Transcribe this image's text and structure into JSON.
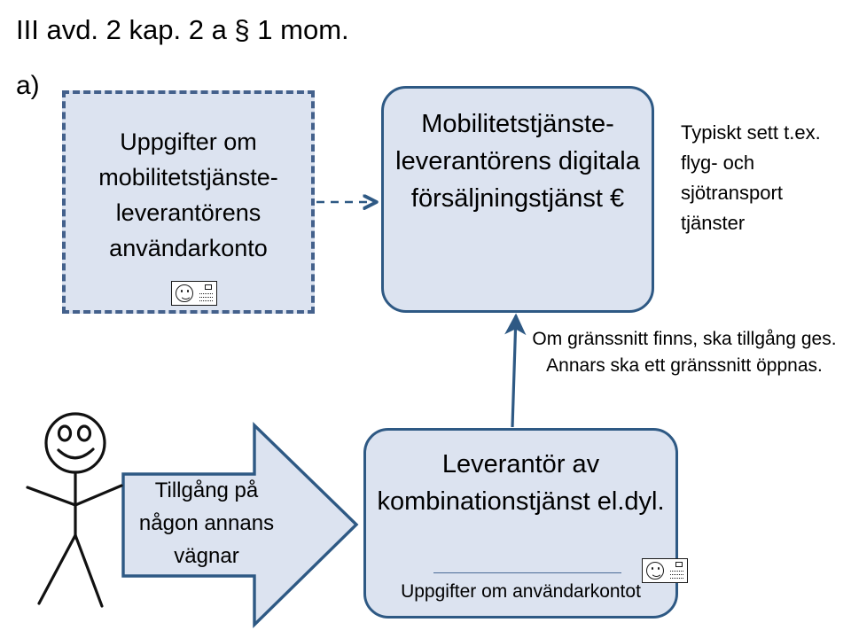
{
  "title": "III avd. 2 kap. 2 a § 1 mom.",
  "section_label": "a)",
  "colors": {
    "box_fill": "#dce3f0",
    "box_border": "#2e5984",
    "dashed_border": "#44618c",
    "arrow_border": "#2e5984",
    "text": "#000000",
    "background": "#ffffff"
  },
  "nodes": {
    "user_account_data": {
      "label": "Uppgifter om mobilitetstjänste-leverantörens användarkonto",
      "style": "dashed-rectangle",
      "icon": "id-card-icon"
    },
    "digital_sales_service": {
      "label": "Mobilitetstjänste-leverantörens digitala försäljningstjänst €",
      "style": "rounded-rectangle"
    },
    "combination_service_provider": {
      "label": "Leverantör av kombinationstjänst el.dyl.",
      "sub_label": "Uppgifter om användarkontot",
      "style": "rounded-rectangle",
      "icon": "id-card-icon"
    }
  },
  "annotations": {
    "typical_note": "Typiskt sett t.ex. flyg- och sjötransport tjänster",
    "interface_note": "Om gränssnitt finns, ska tillgång ges. Annars ska ett gränssnitt öppnas."
  },
  "arrows": {
    "block_arrow_label": "Tillgång på någon annans vägnar",
    "dashed_connector": "user_account_data -> digital_sales_service",
    "solid_connector": "combination_service_provider -> digital_sales_service"
  },
  "figures": {
    "person": "stick-figure-smiling"
  }
}
